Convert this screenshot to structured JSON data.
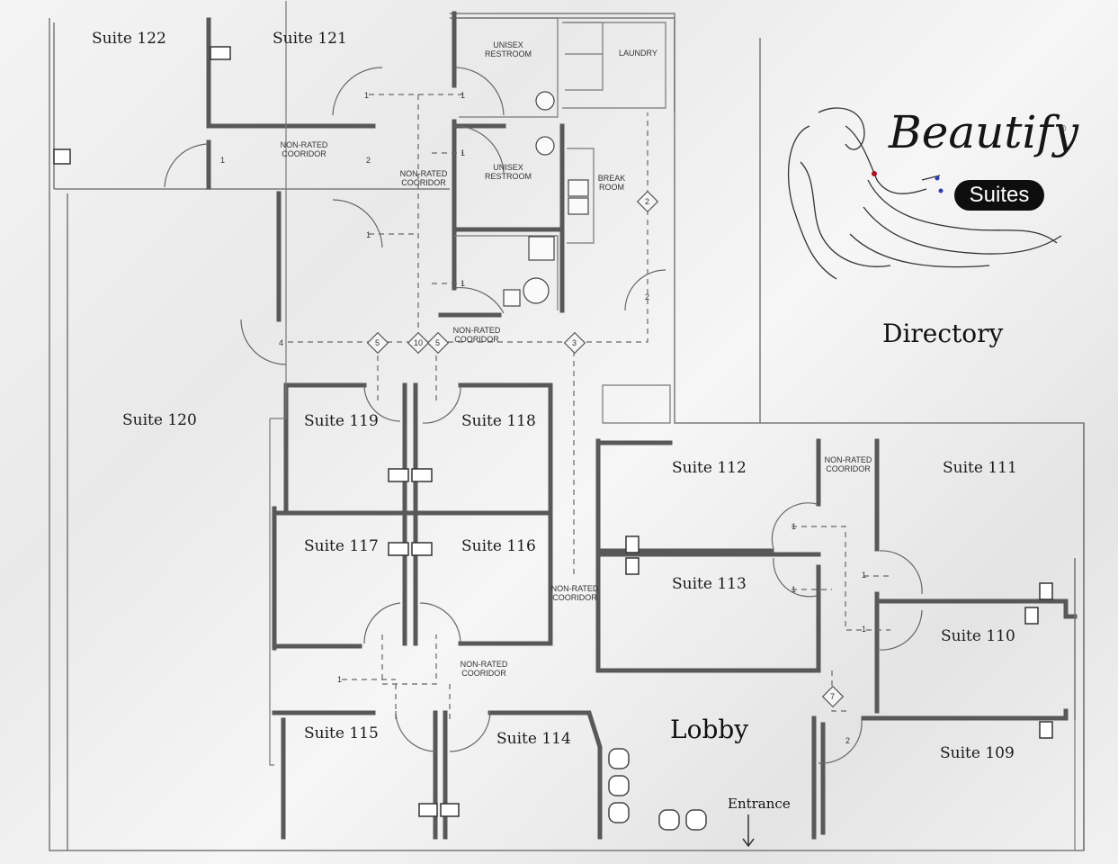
{
  "suites": {
    "s122": "Suite 122",
    "s121": "Suite 121",
    "s120": "Suite 120",
    "s119": "Suite 119",
    "s118": "Suite 118",
    "s117": "Suite 117",
    "s116": "Suite 116",
    "s115": "Suite 115",
    "s114": "Suite 114",
    "s113": "Suite 113",
    "s112": "Suite 112",
    "s111": "Suite 111",
    "s110": "Suite 110",
    "s109": "Suite 109"
  },
  "rooms": {
    "unisex_restroom": "UNISEX RESTROOM",
    "laundry": "LAUNDRY",
    "break_room": "BREAK ROOM",
    "corridor": "NON-RATED COORIDOR",
    "lobby": "Lobby",
    "entrance": "Entrance"
  },
  "door_marks": [
    "1",
    "2",
    "4",
    "5",
    "10",
    "3",
    "7"
  ],
  "logo": {
    "word": "Beautify",
    "badge": "Suites",
    "registered": "®"
  },
  "directory_title": "Directory",
  "colors": {
    "wall": "#555555",
    "thin_line": "#777777",
    "badge_bg": "#0e0e0e"
  }
}
